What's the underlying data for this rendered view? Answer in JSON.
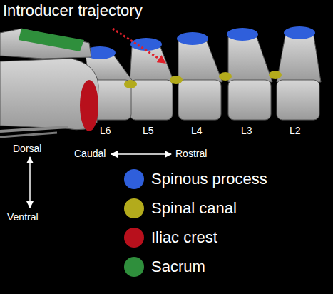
{
  "diagram": {
    "labels": [
      "Introducer trajectory",
      "L6",
      "L5",
      "L4",
      "L3",
      "L2",
      "Dorsal",
      "Caudal",
      "Rostral",
      "Ventral"
    ],
    "legend": [
      {
        "text": "Spinous process",
        "color": "#2f5fdb"
      },
      {
        "text": "Spinal canal",
        "color": "#b3ab1c"
      },
      {
        "text": "Iliac crest",
        "color": "#b8101c"
      },
      {
        "text": "Sacrum",
        "color": "#2f8f3c"
      }
    ]
  }
}
